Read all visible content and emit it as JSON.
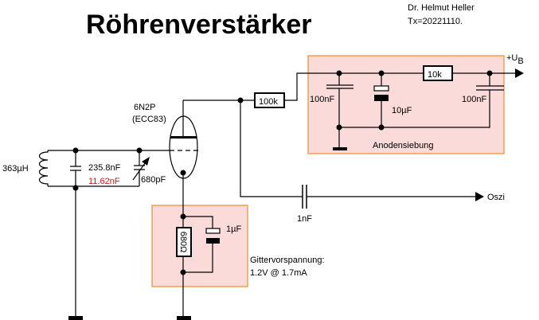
{
  "title": "Röhrenverstärker",
  "author": "Dr. Helmut Heller",
  "tx": "Tx=20221110.",
  "tube": {
    "type": "6N2P",
    "equivalent": "(ECC83)"
  },
  "tank": {
    "inductor": "363µH",
    "capacitor": "235.8nF",
    "capacitor_alt": "11.62nF",
    "capacitor_alt_color": "#c02020",
    "variable_capacitor": "680pF"
  },
  "cathode": {
    "resistor": "680Ω",
    "capacitor": "1µF",
    "label_line1": "Gittervorspannung:",
    "label_line2": "1.2V @ 1.7mA"
  },
  "anode": {
    "resistor": "100k",
    "coupling_capacitor": "1nF",
    "output": "Oszi"
  },
  "filter": {
    "cap1": "100nF",
    "electrolytic": "10µF",
    "resistor": "10k",
    "cap2": "100nF",
    "label": "Anodensiebung",
    "supply": "+U",
    "supply_sub": "B"
  },
  "colors": {
    "box_fill": "#fbdada",
    "box_border": "#f0a050"
  }
}
